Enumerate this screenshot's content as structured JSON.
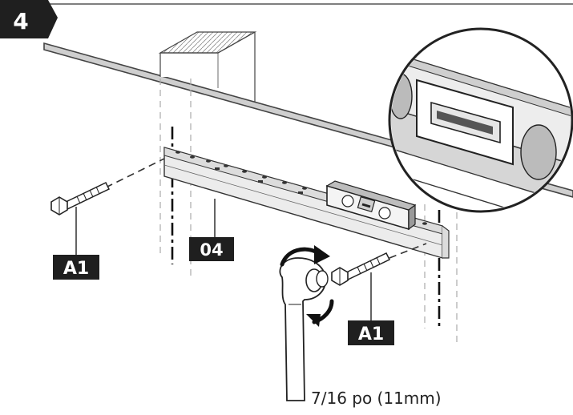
{
  "step": {
    "number": "4"
  },
  "labels": {
    "part_bracket": "04",
    "screw_left": "A1",
    "screw_right": "A1"
  },
  "tool": {
    "size_text": "7/16 po (11mm)"
  },
  "colors": {
    "ink": "#222222",
    "label_bg": "#1f1f1f",
    "paper": "#ffffff",
    "shade": "#d9d9d9"
  },
  "icons": {
    "step": "step-badge-icon",
    "bracket": "wall-bracket-icon",
    "level": "spirit-level-icon",
    "wrench": "wrench-icon",
    "rotation": "rotation-arrow-icon",
    "screw": "lag-screw-icon",
    "magnifier": "zoom-circle-icon"
  }
}
